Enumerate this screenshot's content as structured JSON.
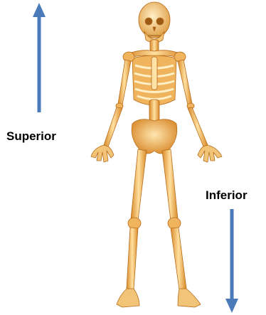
{
  "labels": {
    "superior": "Superior",
    "inferior": "Inferior"
  },
  "arrows": {
    "superior": {
      "direction": "up",
      "color": "#4a7ab8"
    },
    "inferior": {
      "direction": "down",
      "color": "#4a7ab8"
    }
  },
  "skeleton": {
    "depiction": "human-skeleton-anterior-view",
    "fill_color": "#f0c070",
    "shade_color": "#c8781e"
  }
}
